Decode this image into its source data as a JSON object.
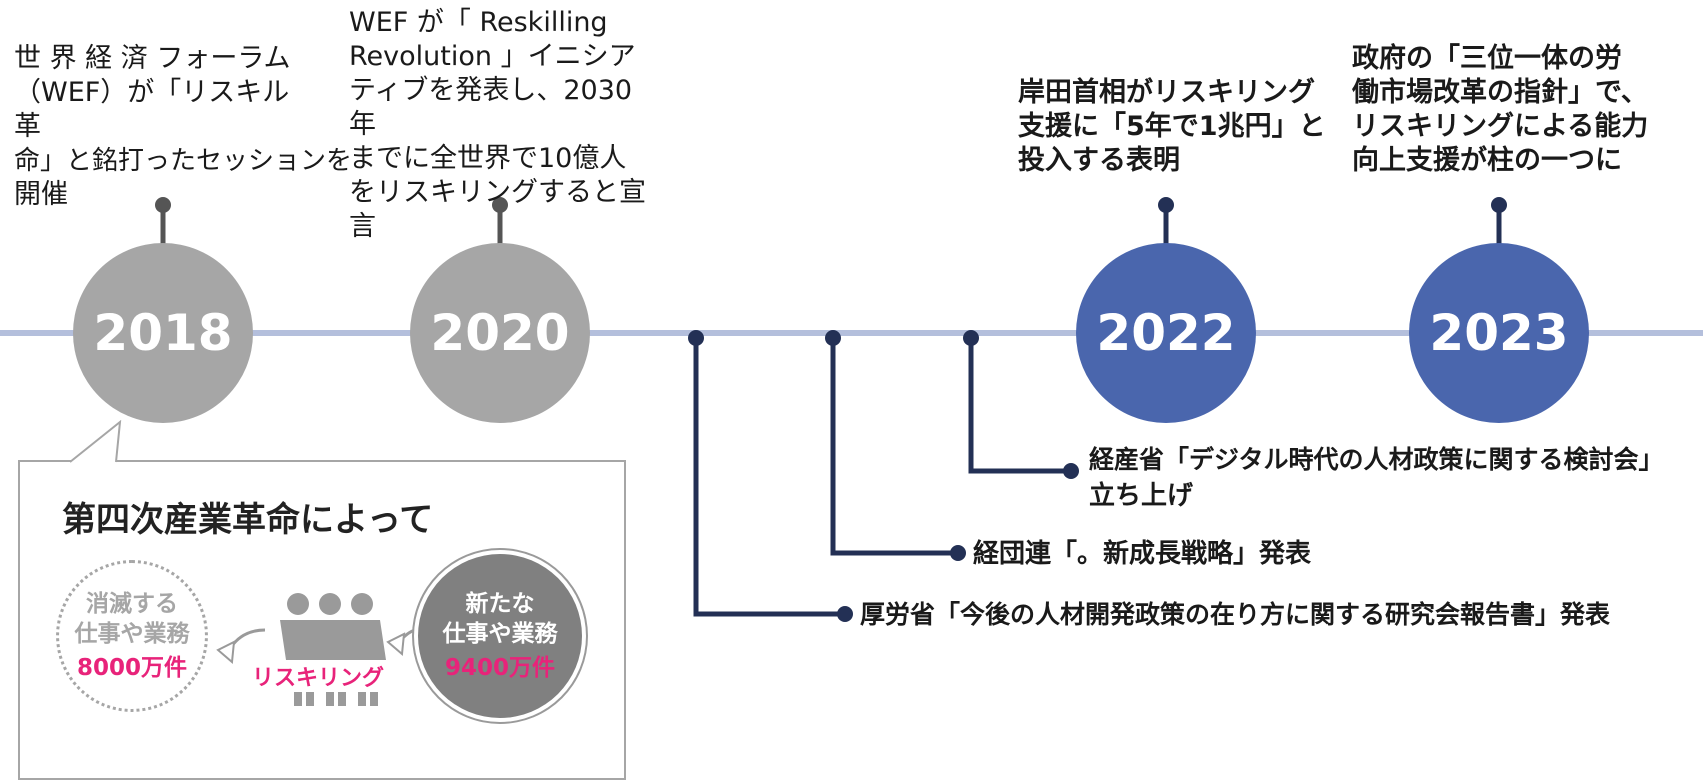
{
  "timeline": {
    "years": [
      {
        "label": "2018",
        "color": "#a6a6a6"
      },
      {
        "label": "2020",
        "color": "#a6a6a6"
      },
      {
        "label": "2022",
        "color": "#4a66ad"
      },
      {
        "label": "2023",
        "color": "#4a66ad"
      }
    ],
    "captions": {
      "y2018": [
        "世 界 経 済 フォーラム",
        "（WEF）が「リスキル革",
        "命」と銘打ったセッションを",
        "開催"
      ],
      "y2020": [
        "WEF が「 Reskilling",
        "Revolution 」イニシア",
        "ティブを発表し、2030年",
        "までに全世界で10億人",
        "をリスキリングすると宣言"
      ],
      "y2022": [
        "岸田首相がリスキリング",
        "支援に「5年で1兆円」と",
        "投入する表明"
      ],
      "y2023": [
        "政府の「三位一体の労",
        "働市場改革の指針」で、",
        "リスキリングによる能力",
        "向上支援が柱の一つに"
      ]
    },
    "events": [
      {
        "lines": [
          "経産省「デジタル時代の人材政策に関する検討会」",
          "立ち上げ"
        ]
      },
      {
        "lines": [
          "経団連「。新成長戦略」発表"
        ]
      },
      {
        "lines": [
          "厚労省「今後の人材開発政策の在り方に関する研究会報告書」発表"
        ]
      }
    ],
    "colors": {
      "line": "#b4bfdc",
      "connector": "#233055",
      "gray_pin": "#555555"
    }
  },
  "infobox": {
    "title": "第四次産業革命によって",
    "disappearing": {
      "line1": "消滅する",
      "line2": "仕事や業務",
      "count": "8000万件"
    },
    "reskilling_label": "リスキリング",
    "new_jobs": {
      "line1": "新たな",
      "line2": "仕事や業務",
      "count": "9400万件"
    },
    "people_icon": "people-group-icon",
    "arrow_icon": "curved-arrow-left-icon"
  }
}
